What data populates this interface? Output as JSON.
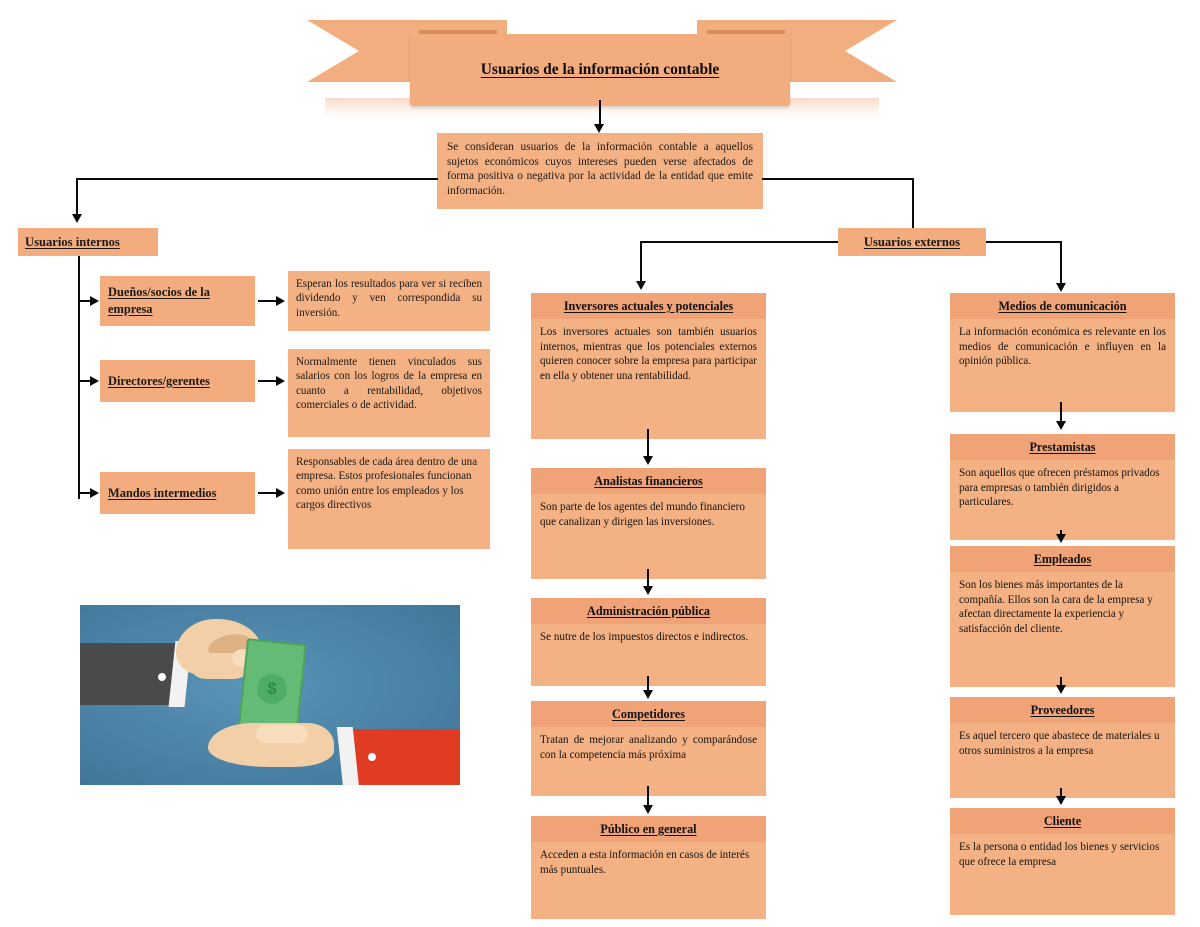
{
  "title": {
    "text": "Usuarios de la información contable"
  },
  "intro": {
    "text": "Se consideran usuarios de la información contable a aquellos sujetos económicos cuyos intereses pueden verse afectados de forma positiva o negativa por la actividad de la entidad que emite información."
  },
  "groups": {
    "internal_label": "Usuarios internos",
    "external_label": "Usuarios externos"
  },
  "internal_items": [
    {
      "label": "Dueños/socios de la empresa",
      "description": "Esperan los resultados para ver si reciben dividendo y ven correspondida su inversión."
    },
    {
      "label": "Directores/gerentes",
      "description": "Normalmente tienen vinculados sus salarios con los logros de la empresa en cuanto a rentabilidad, objetivos comerciales o de actividad."
    },
    {
      "label": "Mandos intermedios",
      "description": "Responsables de cada área dentro de una empresa. Estos profesionales funcionan como unión entre los empleados y los cargos directivos"
    }
  ],
  "external_middle": [
    {
      "label": "Inversores actuales y potenciales",
      "description": "Los inversores actuales son también usuarios internos, mientras que los potenciales externos quieren conocer sobre la empresa para participar en ella y obtener una rentabilidad."
    },
    {
      "label": "Analistas financieros",
      "description": "Son parte de los agentes del mundo financiero que canalizan y dirigen las inversiones."
    },
    {
      "label": "Administración pública",
      "description": "Se nutre de los impuestos directos e indirectos."
    },
    {
      "label": "Competidores",
      "description": "Tratan de mejorar analizando y comparándose con la competencia más próxima"
    },
    {
      "label": "Público en general",
      "description": "Acceden a esta información en casos de interés más puntuales."
    }
  ],
  "external_right": [
    {
      "label": "Medios de comunicación",
      "description": "La información económica es relevante en los medios de comunicación e influyen en la opinión pública."
    },
    {
      "label": "Prestamistas",
      "description": "Son aquellos que ofrecen préstamos privados para empresas o también dirigidos a particulares."
    },
    {
      "label": "Empleados",
      "description": "Son los bienes más importantes de la compañía. Ellos son la cara de la empresa y afectan directamente la experiencia y satisfacción del cliente."
    },
    {
      "label": "Proveedores",
      "description": "Es aquel tercero que abastece de materiales u otros suministros a la empresa"
    },
    {
      "label": "Cliente",
      "description": "Es la persona o entidad los bienes y servicios que ofrece la empresa"
    }
  ],
  "illustration": {
    "banknote_symbol": "$"
  },
  "colors": {
    "box_fill": "#F4B183",
    "header_fill": "#EFA377",
    "banner_fill": "#F2AC7D",
    "connector": "#0a0a0a",
    "illustration_background": "#4b82a6",
    "illustration_sleeve_left": "#4a4a4a",
    "illustration_sleeve_right": "#e03b23",
    "illustration_banknote": "#63bb76"
  }
}
